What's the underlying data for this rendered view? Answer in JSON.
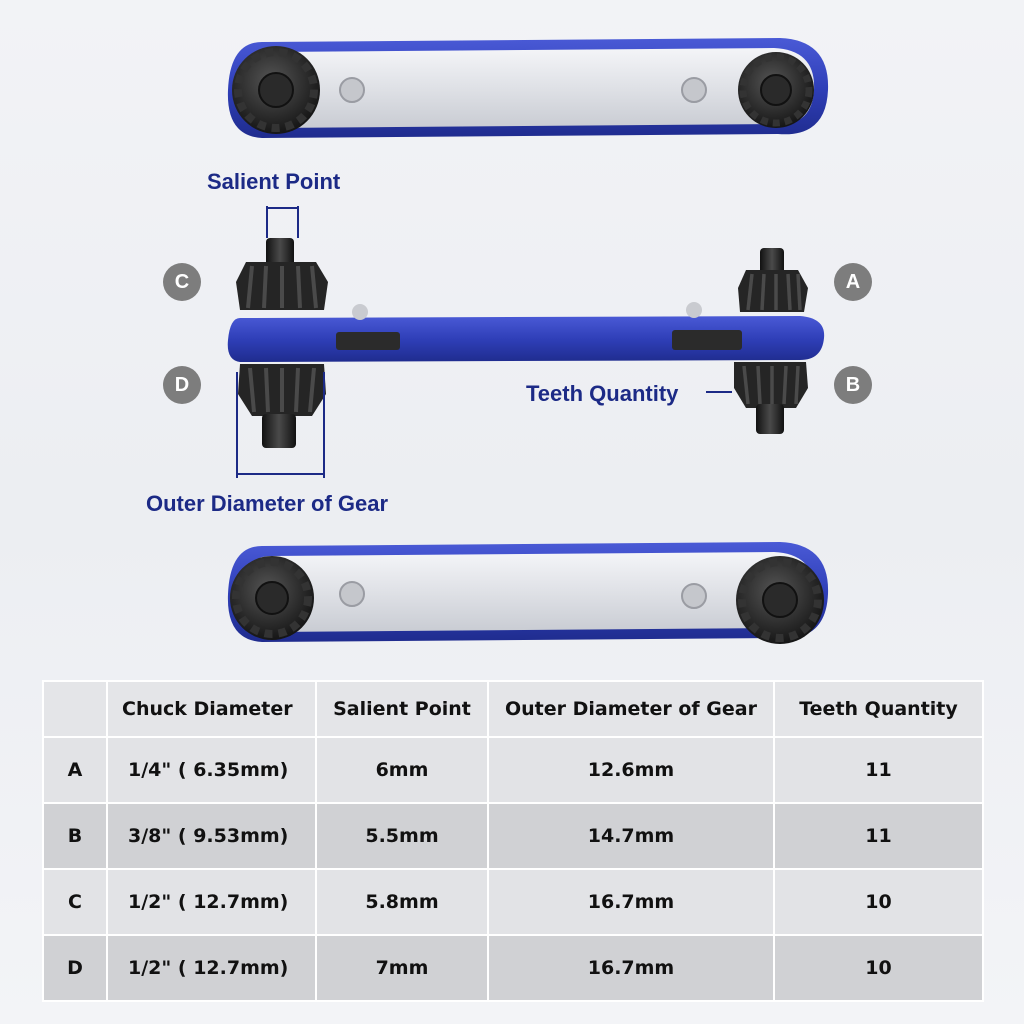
{
  "callouts": {
    "salient_point": "Salient Point",
    "teeth_quantity": "Teeth Quantity",
    "outer_diameter": "Outer Diameter of Gear"
  },
  "badges": {
    "a": "A",
    "b": "B",
    "c": "C",
    "d": "D"
  },
  "colors": {
    "wrench_blue": "#2f3fb8",
    "callout_text": "#1c2a86",
    "badge_gray": "#7d7d7d",
    "socket_black": "#202020"
  },
  "table": {
    "headers": [
      "",
      "Chuck Diameter",
      "Salient Point",
      "Outer Diameter of Gear",
      "Teeth Quantity"
    ],
    "rows": [
      [
        "A",
        "1/4\" ( 6.35mm)",
        "6mm",
        "12.6mm",
        "11"
      ],
      [
        "B",
        "3/8\" ( 9.53mm)",
        "5.5mm",
        "14.7mm",
        "11"
      ],
      [
        "C",
        "1/2\" ( 12.7mm)",
        "5.8mm",
        "16.7mm",
        "10"
      ],
      [
        "D",
        "1/2\" ( 12.7mm)",
        "7mm",
        "16.7mm",
        "10"
      ]
    ]
  }
}
